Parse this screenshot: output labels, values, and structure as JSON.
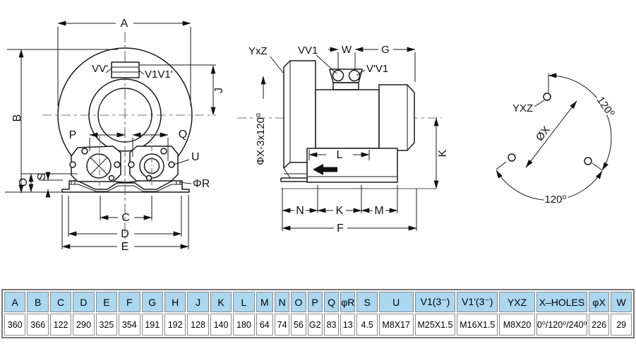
{
  "colors": {
    "table_header_bg": "#abd7f0",
    "table_border": "#8a8a8a",
    "line_color": "#1a1a1a",
    "baseline_gray": "#999999"
  },
  "front_view": {
    "dim_a": "A",
    "dim_b": "B",
    "dim_j": "J",
    "dim_p": "P",
    "dim_q": "Q",
    "dim_o": "O",
    "dim_s": "S",
    "dim_c": "C",
    "dim_d": "D",
    "dim_e": "E",
    "label_vv": "VV'",
    "label_v1v1": "V1V1'",
    "label_u": "U",
    "label_phi_r": "ΦR"
  },
  "side_view": {
    "label_yxz": "YxZ",
    "label_vv1": "VV1",
    "dim_w": "W",
    "dim_g": "G",
    "label_vprime_v1": "V'V1",
    "label_flange_holes": "ΦX-3x120⁰",
    "dim_l": "L",
    "dim_n": "N",
    "dim_k": "K",
    "dim_m": "M",
    "dim_f": "F",
    "dim_k_right": "K"
  },
  "hole_view": {
    "label_yxz": "YXZ",
    "label_diameter": "ØX",
    "angle_right": "120⁰",
    "angle_bottom": "120⁰"
  },
  "table": {
    "headers": [
      "A",
      "B",
      "C",
      "D",
      "E",
      "F",
      "G",
      "H",
      "J",
      "K",
      "L",
      "M",
      "N",
      "O",
      "P",
      "Q",
      "φR",
      "S",
      "U",
      "V1(3⁻)",
      "V1'(3⁻)",
      "YXZ",
      "X–HOLES",
      "φX",
      "W"
    ],
    "values": [
      "360",
      "366",
      "122",
      "290",
      "325",
      "354",
      "191",
      "192",
      "128",
      "140",
      "180",
      "64",
      "74",
      "56",
      "G2",
      "83",
      "13",
      "4.5",
      "M8X17",
      "M25X1.5",
      "M16X1.5",
      "M8X20",
      "0⁰/120⁰/240⁰",
      "226",
      "29"
    ]
  }
}
